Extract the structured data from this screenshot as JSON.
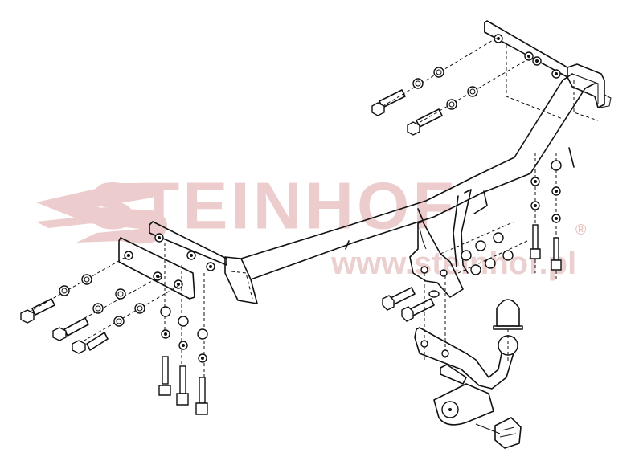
{
  "diagram": {
    "type": "exploded-view technical drawing",
    "subject": "tow bar / towing hitch assembly",
    "parts": [
      {
        "id": "crossbar",
        "label": "main crossbar beam"
      },
      {
        "id": "left-mounting-plate",
        "label": "left mounting bracket plate"
      },
      {
        "id": "left-spacer-plate",
        "label": "left spacer plate"
      },
      {
        "id": "right-mounting-bracket",
        "label": "right side channel bracket"
      },
      {
        "id": "center-mounting-bracket",
        "label": "center hanger bracket"
      },
      {
        "id": "ball-arm",
        "label": "tow ball arm"
      },
      {
        "id": "tow-ball",
        "label": "tow ball"
      },
      {
        "id": "ball-cap",
        "label": "ball cover cap"
      },
      {
        "id": "socket-plate",
        "label": "electrical socket plate"
      },
      {
        "id": "socket-plug",
        "label": "electrical socket/plug"
      },
      {
        "id": "bolts",
        "label": "hex bolts with washers and nuts"
      }
    ]
  },
  "watermark": {
    "brand": "STEINHOF",
    "registered": "®",
    "url": "www.steinhof.pl",
    "color": "#eccccc"
  },
  "colors": {
    "line": "#111111",
    "background": "#ffffff",
    "watermark": "#eccccc"
  }
}
